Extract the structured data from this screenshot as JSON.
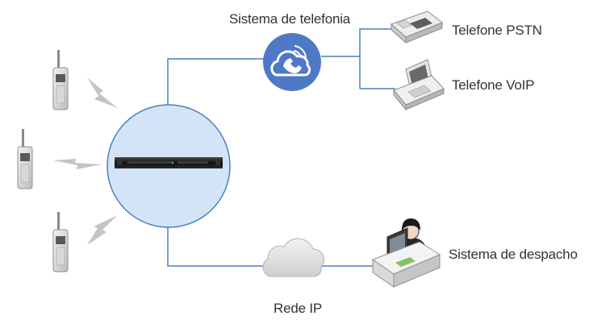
{
  "labels": {
    "telephony_system": "Sistema de telefonia",
    "pstn_phone": "Telefone PSTN",
    "voip_phone": "Telefone VoIP",
    "dispatch_system": "Sistema de despacho",
    "ip_network": "Rede IP"
  },
  "colors": {
    "link_line": "#4a7fc1",
    "hub_fill": "#d4e4f7",
    "hub_stroke": "#4a7fc1",
    "telephony_badge": "#4d79c7",
    "lightning": "#c4c4c4",
    "device_gray": "#bfbfbf",
    "rack_unit": "#1a1a1a",
    "cloud": "#e3e3e3"
  },
  "icons": {
    "radios": [
      "handheld-radio-icon",
      "handheld-radio-icon",
      "handheld-radio-icon"
    ],
    "hub": "gateway-rack-icon",
    "telephony": "cloud-phone-icon",
    "pstn": "desk-phone-icon",
    "voip": "ip-phone-icon",
    "network": "cloud-icon",
    "dispatch": "dispatcher-workstation-icon"
  }
}
